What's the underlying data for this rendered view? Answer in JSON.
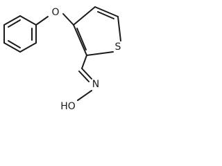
{
  "diagram": {
    "type": "chemical-structure",
    "atoms": {
      "oxygen_ether": "O",
      "sulfur": "S",
      "nitrogen": "N",
      "hydroxyl": "HO"
    }
  },
  "colors": {
    "bond": "#1a1a1a",
    "label": "#1a1a1a",
    "background": "#ffffff"
  }
}
